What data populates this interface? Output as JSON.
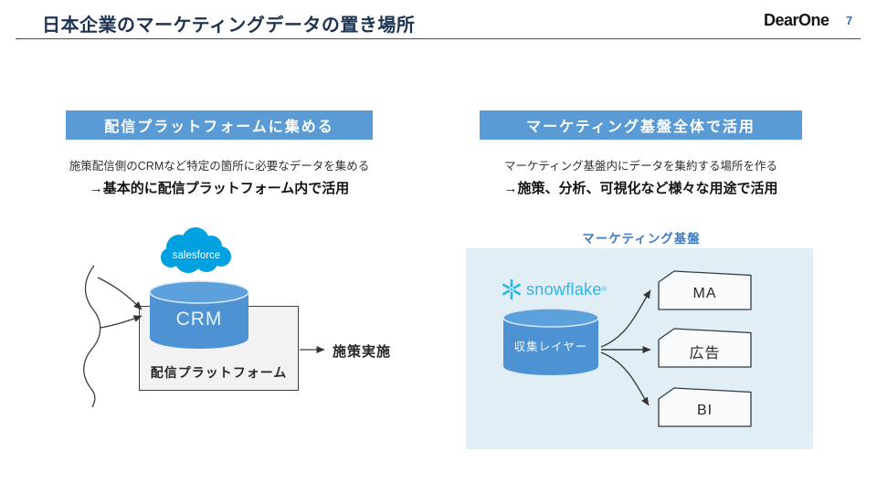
{
  "header": {
    "title": "日本企業のマーケティングデータの置き場所",
    "logo": "DearOne",
    "page_number": "7"
  },
  "left_section": {
    "banner": "配信プラットフォームに集める",
    "desc_line1": "施策配信側のCRMなど特定の箇所に必要なデータを集める",
    "desc_line2": "→基本的に配信プラットフォーム内で活用",
    "diagram": {
      "vendor": "salesforce",
      "database": "CRM",
      "platform": "配信プラットフォーム",
      "output": "施策実施"
    }
  },
  "right_section": {
    "banner": "マーケティング基盤全体で活用",
    "desc_line1": "マーケティング基盤内にデータを集約する場所を作る",
    "desc_line2": "→施策、分析、可視化など様々な用途で活用",
    "diagram": {
      "panel_label": "マーケティング基盤",
      "vendor": "snowflake",
      "vendor_mark": "®",
      "database": "収集レイヤー",
      "targets": [
        "MA",
        "広告",
        "BI"
      ]
    }
  },
  "colors": {
    "banner_blue": "#5B9BD5",
    "panel_blue": "#E2EEF6",
    "cylinder_blue": "#4D92D3",
    "salesforce_blue": "#00A1E0",
    "snowflake_blue": "#29B5E8",
    "title_navy": "#1D3350",
    "page_number_blue": "#2E75B6",
    "panel_label_blue": "#3E7CC6"
  }
}
